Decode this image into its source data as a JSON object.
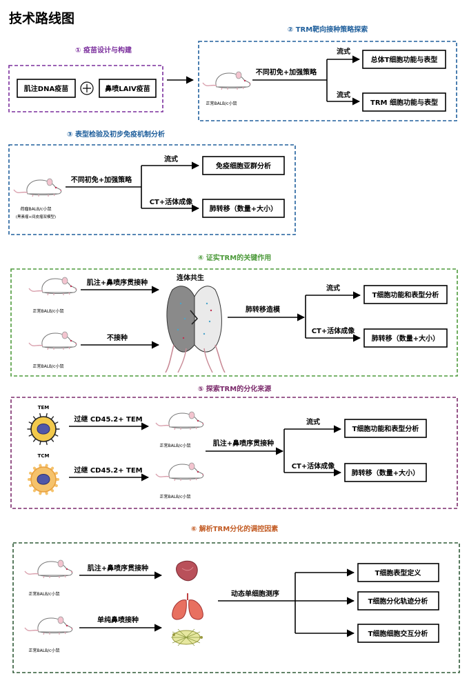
{
  "page_title": "技术路线图",
  "colors": {
    "s1": "#7a2d9c",
    "s2": "#1f5f9c",
    "s3": "#1f5f9c",
    "s4": "#4c9a3a",
    "s5": "#7b2a6b",
    "s6": "#2f5a37",
    "s6_title": "#c25a22",
    "tem_cell": "#f2c94c",
    "tcm_cell": "#f5c26b",
    "nucleus": "#5057a8"
  },
  "s1": {
    "title": "① 疫苗设计与构建",
    "dna": "肌注DNA疫苗",
    "laiv": "鼻喷LAIV疫苗"
  },
  "s2": {
    "title": "② TRM靶向接种策略探索",
    "mouse_label": "正常BALB/c小鼠",
    "arrow_label": "不同初免+加强策略",
    "branch_top": "流式",
    "branch_bottom": "流式",
    "box_top": "总体T细胞功能与表型",
    "box_bottom": "TRM 细胞功能与表型"
  },
  "s3": {
    "title": "③ 表型检验及初步免疫机制分析",
    "mouse_label": "荷瘤BALB/c小鼠",
    "mouse_label2": "(黑素瘤+间皮瘤双模型)",
    "arrow_label": "不同初免+加强策略",
    "branch_top": "流式",
    "branch_bottom": "CT+活体成像",
    "box_top": "免疫细胞亚群分析",
    "box_bottom": "肺转移（数量+大小）"
  },
  "s4": {
    "title": "④ 证实TRM的关键作用",
    "mouse_label_a": "正常BALB/c小鼠",
    "mouse_label_b": "正常BALB/c小鼠",
    "arrow_a": "肌注+鼻喷序贯接种",
    "arrow_b": "不接种",
    "parabiosis": "连体共生",
    "arrow_mid": "肺转移造模",
    "branch_top": "流式",
    "branch_bottom": "CT+活体成像",
    "box_top": "T细胞功能和表型分析",
    "box_bottom": "肺转移（数量+大小）"
  },
  "s5": {
    "title": "⑤ 探索TRM的分化来源",
    "tem": "TEM",
    "tcm": "TCM",
    "arrow_a": "过继 CD45.2+ TEM",
    "arrow_b": "过继 CD45.2+ TEM",
    "mouse_label_a": "正常BALB/c小鼠",
    "mouse_label_b": "正常BALB/c小鼠",
    "arrow_mid": "肌注+鼻喷序贯接种",
    "branch_top": "流式",
    "branch_bottom": "CT+活体成像",
    "box_top": "T细胞功能和表型分析",
    "box_bottom": "肺转移（数量+大小）"
  },
  "s6": {
    "title": "⑥ 解析TRM分化的调控因素",
    "mouse_label_a": "正常BALB/c小鼠",
    "mouse_label_b": "正常BALB/c小鼠",
    "arrow_a": "肌注+鼻喷序贯接种",
    "arrow_b": "单纯鼻喷接种",
    "arrow_mid": "动态单细胞测序",
    "box_1": "T细胞表型定义",
    "box_2": "T细胞分化轨迹分析",
    "box_3": "T细胞细胞交互分析"
  }
}
